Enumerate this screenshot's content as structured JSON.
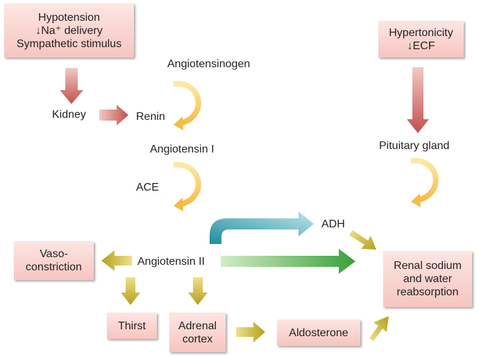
{
  "stimuli": {
    "left": [
      "Hypotension",
      "↓Na⁺ delivery",
      "Sympathetic stimulus"
    ],
    "right": [
      "Hypertonicity",
      "↓ECF"
    ]
  },
  "labels": {
    "kidney": "Kidney",
    "renin": "Renin",
    "angiotensinogen": "Angiotensinogen",
    "angiotensin_1": "Angiotensin I",
    "ace": "ACE",
    "angiotensin_2": "Angiotensin II",
    "adh": "ADH",
    "pituitary": "Pituitary gland"
  },
  "outcomes": {
    "vasoconstriction": [
      "Vaso-",
      "constriction"
    ],
    "thirst": "Thirst",
    "adrenal_cortex": [
      "Adrenal",
      "cortex"
    ],
    "aldosterone": "Aldosterone",
    "renal": [
      "Renal sodium",
      "and water",
      "reabsorption"
    ]
  },
  "colors": {
    "box_top": "#fde6e3",
    "box_bottom": "#f6c5c0",
    "pink_arrow": "#c9605f",
    "curve_arrow": "#f9c655",
    "olive_arrow": "#c8b228",
    "teal_arrow": "#2b9ba8",
    "green_arrow": "#3fa43a"
  }
}
